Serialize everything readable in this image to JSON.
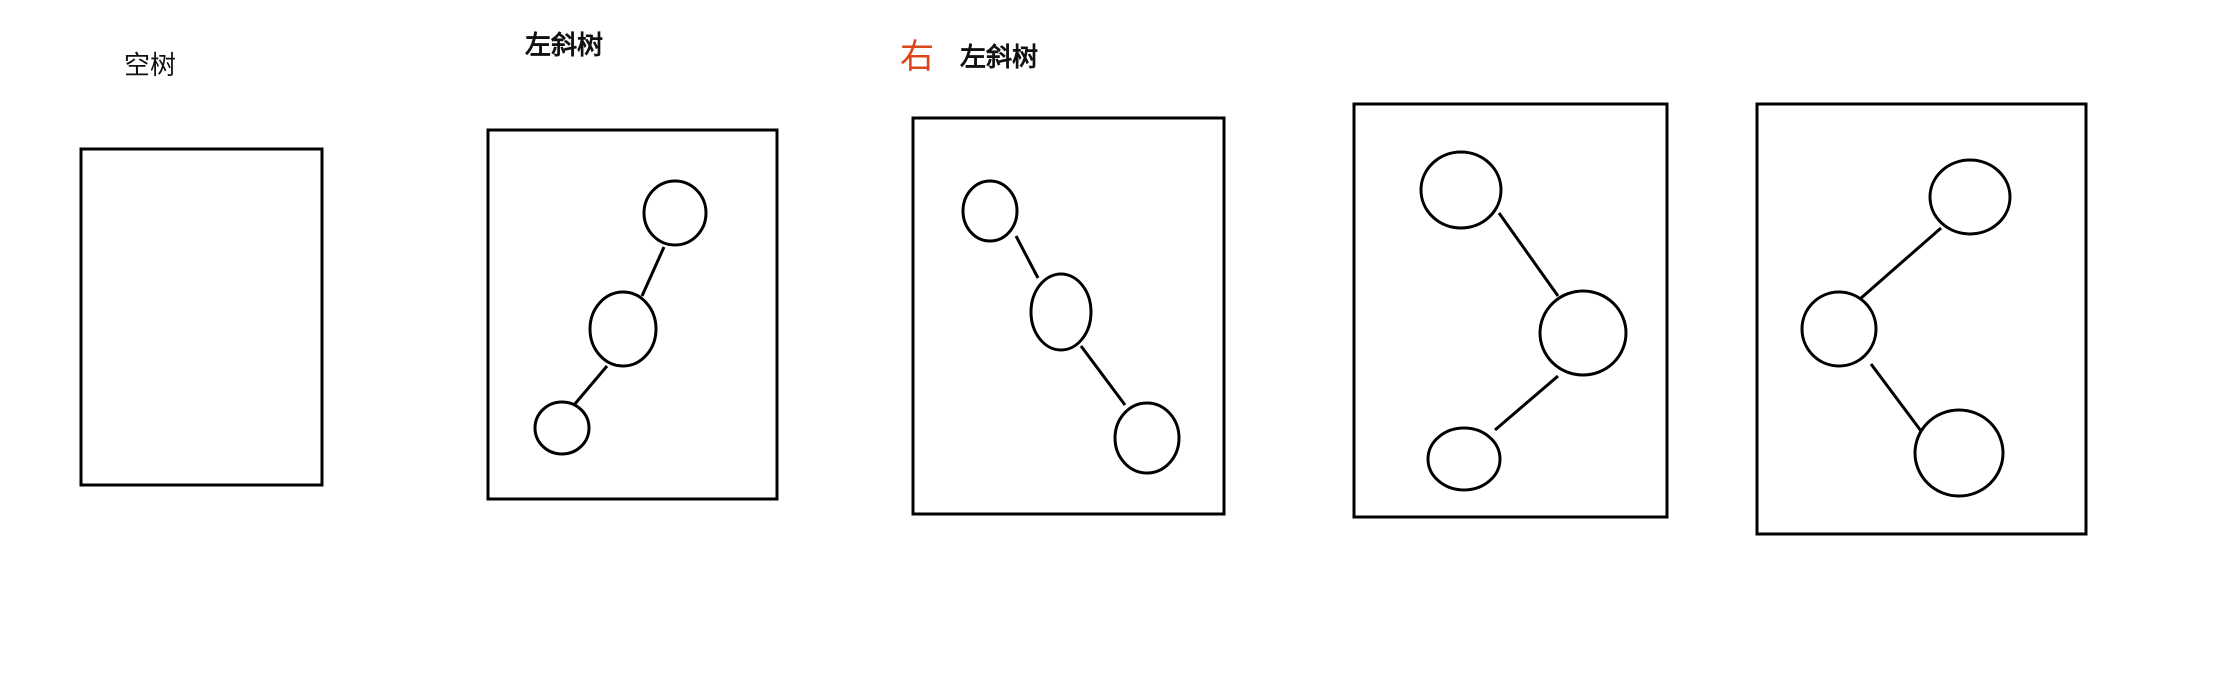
{
  "labels": {
    "empty_tree": "空树",
    "left_skewed_tree": "左斜树",
    "right_mark": "右",
    "left_skewed_tree_2": "左斜树"
  },
  "colors": {
    "stroke": "#000000",
    "label_text": "#111111",
    "correction_mark": "#d9471a",
    "background": "#ffffff"
  }
}
